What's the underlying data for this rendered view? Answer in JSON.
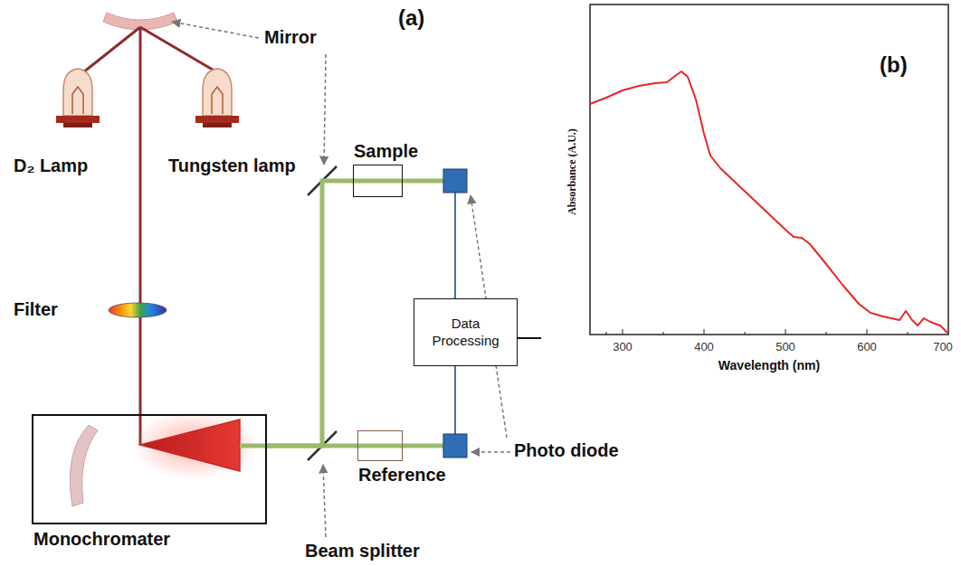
{
  "diagram": {
    "nodes": [
      {
        "text": [
          "Monochromater"
        ]
      },
      {
        "text": [
          "Sample"
        ]
      },
      {
        "text": [
          "Reference"
        ]
      },
      {
        "text": [
          "Data Processing"
        ]
      }
    ],
    "edges": [
      {
        "from": 0,
        "to": 1,
        "arrow": "none"
      },
      {
        "from": 0,
        "to": 2,
        "arrow": "none"
      }
    ],
    "labels": [
      "(a)",
      "Mirror",
      "D₂ Lamp",
      "Tungsten lamp",
      "Filter",
      "Photo diode",
      "Beam splitter",
      "(b)",
      "Absorbance (A.U.)",
      "300",
      "400",
      "500",
      "600",
      "700",
      "Wavelength (nm)"
    ]
  }
}
